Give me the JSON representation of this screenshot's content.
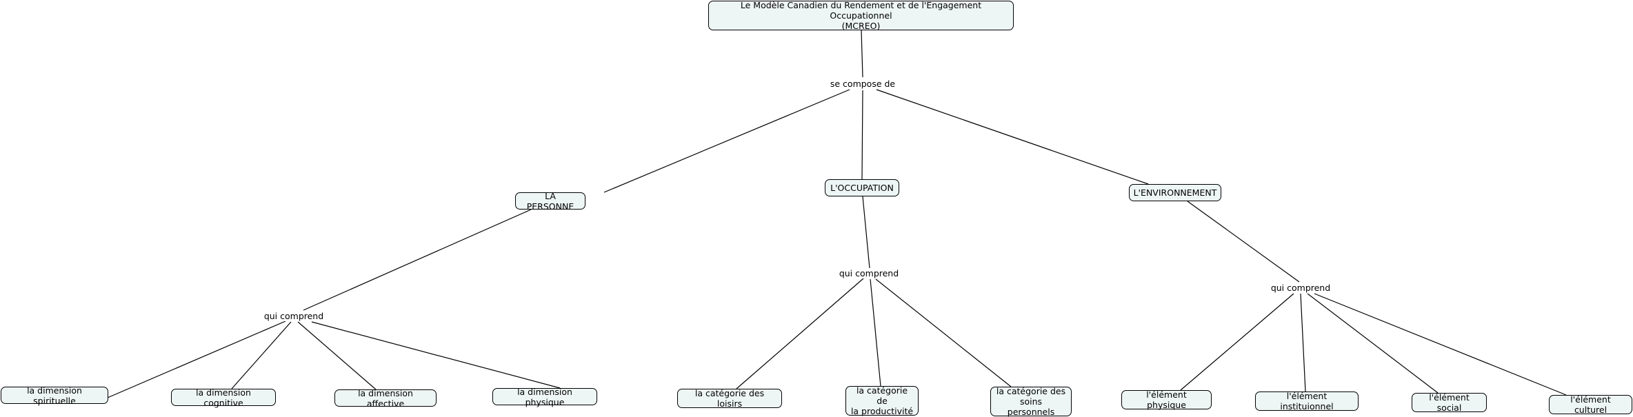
{
  "colors": {
    "node_fill": "#eef5f5",
    "node_border": "#000000",
    "line": "#000000",
    "background": "#ffffff"
  },
  "root": {
    "label": "Le Modèle Canadien du Rendement et de l'Engagement Occupationnel\n(MCREO)"
  },
  "root_link": {
    "label": "se compose de"
  },
  "branches": [
    {
      "label": "LA PERSONNE",
      "link_label": "qui comprend",
      "children": [
        "la dimension spirituelle",
        "la dimension cognitive",
        "la dimension affective",
        "la dimension physique"
      ]
    },
    {
      "label": "L'OCCUPATION",
      "link_label": "qui comprend",
      "children": [
        "la catégorie des loisirs",
        "la catégorie de\nla productivité",
        "la catégorie des\nsoins personnels"
      ]
    },
    {
      "label": "L'ENVIRONNEMENT",
      "link_label": "qui comprend",
      "children": [
        "l'élément physique",
        "l'élément instituionnel",
        "l'élément social",
        "l'élément culturel"
      ]
    }
  ]
}
